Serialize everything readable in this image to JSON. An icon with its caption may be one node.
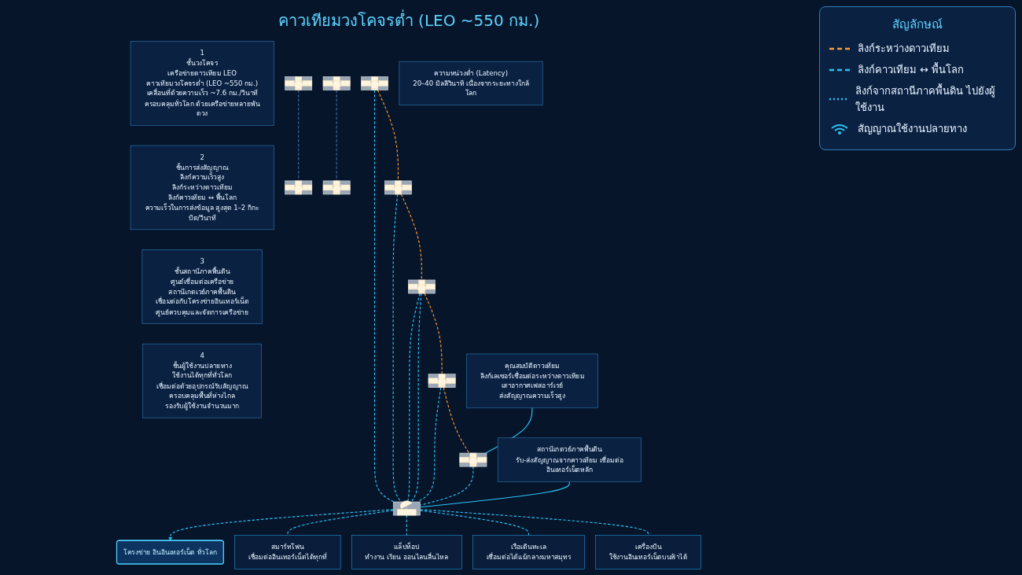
{
  "diagram": {
    "title": "คาวเทียมวงโคจรต่ำ (LEO ~550 กม.)",
    "nodes": [
      {
        "text": [
          "1",
          "ชั้นวงโคจร",
          "เครือข่ายดาวเทียม LEO",
          "คาวเทียมวงโคจรต่ำ (LEO ~550 กม.)",
          "เคลื่อนที่ด้วยความเร็ว ~7.6 กม./วินาที",
          "ครอบคลุมทั่วโลก ด้วยเครือข่ายหลายพันดวง"
        ]
      },
      {
        "text": [
          "2",
          "ชั้นการส่งสัญญาณ",
          "ลิงก์ความเร็วสูง",
          "ลิงก์ระหว่างดาวเทียม",
          "ลิงก์คาวเทียม ↔ พื้นโลก",
          "ความเร็วในการส่งข้อมูล สูงสุด 1–2 กิกะบิต/วินาที"
        ]
      },
      {
        "text": [
          "3",
          "ชั้นสถานีภาคพื้นดิน",
          "ศูนย์เชื่อมต่อเครือข่าย",
          "สถานีเกตเวย์ภาคพื้นดิน",
          "เชื่อมต่อกับโครงข่ายอินเทอร์เน็ต",
          "ศูนย์ควบคุมและจัดการเครือข่าย"
        ]
      },
      {
        "text": [
          "4",
          "ชั้นผู้ใช้งานปลายทาง",
          "ใช้งานได้ทุกที่ทั่วโลก",
          "เชื่อมต่อด้วยอุปกรณ์รับสัญญาณ",
          "ครอบคลุมพื้นที่ห่างไกล",
          "รองรับผู้ใช้งานจำนวนมาก"
        ]
      },
      {
        "text": [],
        "shape": "picture"
      },
      {
        "text": [],
        "shape": "picture"
      },
      {
        "text": [],
        "shape": "picture"
      },
      {
        "text": [],
        "shape": "picture"
      },
      {
        "text": [],
        "shape": "picture"
      },
      {
        "text": [],
        "shape": "picture"
      },
      {
        "text": [],
        "shape": "picture"
      },
      {
        "text": [],
        "shape": "picture"
      },
      {
        "text": [],
        "shape": "picture"
      },
      {
        "text": [
          "คุณสมบัติดาวเทียม",
          "ลิงก์เลเซอร์เชื่อมต่อระหว่างดาวเทียม",
          "เสาอากาศเฟสอาร์เรย์",
          "ส่งสัญญาณความเร็วสูง"
        ]
      },
      {
        "text": [
          "ความหน่วงต่ำ (Latency)",
          "20–40 มิลลิวินาที เนื่องจากระยะทางใกล้โลก"
        ]
      },
      {
        "text": [],
        "shape": "picture"
      },
      {
        "text": [
          "สถานีเกตวย์ภาคพื้นดิน",
          "รับ-ส่งสัญญาณจากคาวเทียม เชื่อมต่ออินเทอร์เน็ตหลัก"
        ]
      },
      {
        "text": [
          "โครงข่าย อินอินเทอร์เน็ต ทั่วโลก"
        ]
      },
      {
        "text": [
          "สมาร์ทโฟน",
          "เชื่อมต่ออินเทอร์เน็ตได้ทุกที่"
        ]
      },
      {
        "text": [
          "แล็ปท็อป",
          "ทำงาน เรียน ออนไลนลื่นไหล"
        ]
      },
      {
        "text": [
          "เรือเดินทะเล",
          "เชื่อมต่อได้แม้กลางมหาสมุทร"
        ]
      },
      {
        "text": [
          "เครื่องบิน",
          "ใช้งานอินเทอร์เน็ตบนฟ้าได้"
        ]
      }
    ],
    "edges": [
      {
        "from": 4,
        "to": 5,
        "arrow": "none",
        "style": "dashed",
        "color": "#3b6f9e"
      },
      {
        "from": 6,
        "to": 7,
        "arrow": "none",
        "style": "dashed",
        "color": "#3b6f9e"
      },
      {
        "from": 8,
        "to": 9,
        "arrow": "none",
        "style": "dashed",
        "color": "#ff9a2e"
      },
      {
        "from": 9,
        "to": 10,
        "arrow": "none",
        "style": "dashed",
        "color": "#ff9a2e"
      },
      {
        "from": 10,
        "to": 11,
        "arrow": "none",
        "style": "dashed",
        "color": "#ff9a2e"
      },
      {
        "from": 11,
        "to": 12,
        "arrow": "none",
        "style": "dashed",
        "color": "#ff9a2e"
      },
      {
        "from": 8,
        "to": 15,
        "arrow": "none",
        "style": "dashed"
      },
      {
        "from": 9,
        "to": 15,
        "arrow": "none",
        "style": "dashed"
      },
      {
        "from": 10,
        "to": 15,
        "arrow": "none",
        "style": "dashed"
      },
      {
        "from": 10,
        "to": 15,
        "arrow": "none",
        "style": "dashed"
      },
      {
        "from": 11,
        "to": 15,
        "arrow": "none",
        "style": "dashed"
      },
      {
        "from": 12,
        "to": 15,
        "arrow": "none",
        "style": "dashed"
      },
      {
        "from": 13,
        "to": 12,
        "arrow": "none"
      },
      {
        "from": 16,
        "to": 15,
        "arrow": "none"
      },
      {
        "from": 15,
        "to": 17,
        "arrow": "to",
        "style": "dashed"
      },
      {
        "from": 15,
        "to": 18,
        "arrow": "none",
        "style": "dashed"
      },
      {
        "from": 15,
        "to": 19,
        "arrow": "none",
        "style": "dashed"
      },
      {
        "from": 15,
        "to": 20,
        "arrow": "none",
        "style": "dashed"
      },
      {
        "from": 15,
        "to": 21,
        "arrow": "none",
        "style": "dashed"
      }
    ],
    "labels": [
      "สัญลักษณ์"
    ],
    "legend": [
      {
        "text": "ลิงก์ระหว่างดาวเทียม"
      },
      {
        "text": "ลิงก์คาวเทียม ↔ พื้นโลก"
      },
      {
        "text": "ลิงก์จากสถานีภาคพื้นดิน ไปยังผู้ใช้งาน"
      },
      {
        "text": "สัญญาณใช้งานปลายทาง"
      }
    ]
  }
}
